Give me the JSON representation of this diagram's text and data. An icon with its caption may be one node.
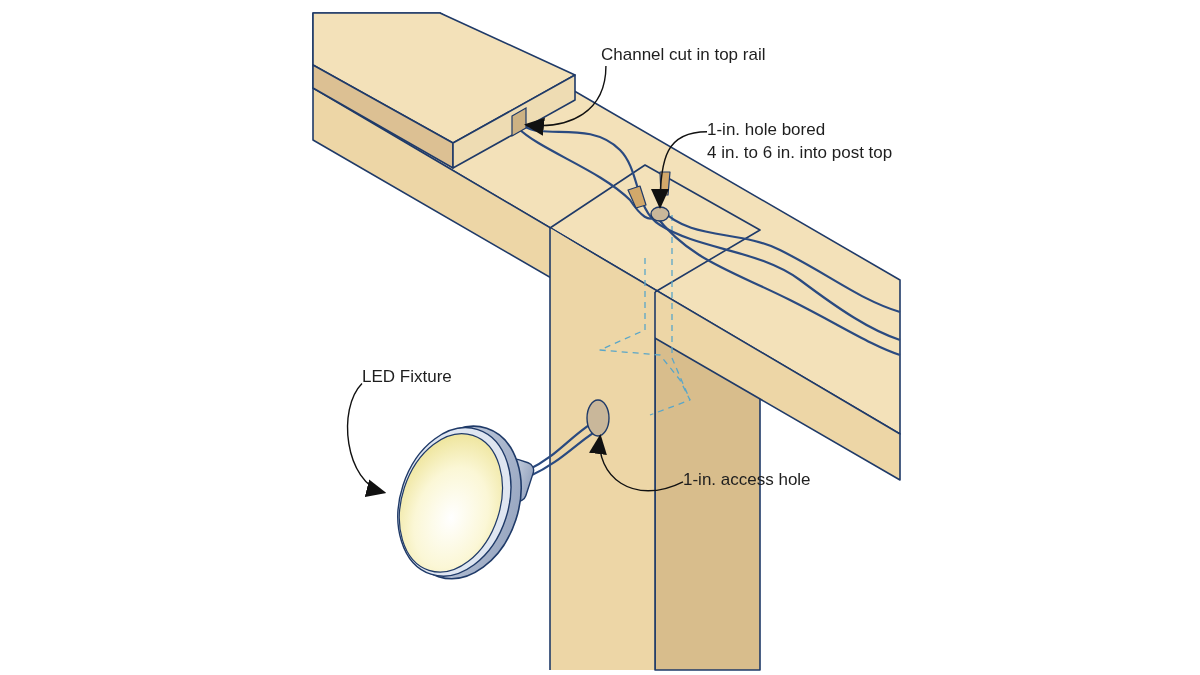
{
  "diagram": {
    "nodes": [
      {
        "text": [
          "Channel cut in top rail"
        ]
      },
      {
        "text": [],
        "shape": "box"
      },
      {
        "text": [
          "1-in. hole bored",
          "4 in. to 6 in. into post top"
        ]
      },
      {
        "text": [],
        "shape": "circle"
      },
      {
        "text": [
          "LED Fixture"
        ]
      },
      {
        "text": [],
        "shape": "picture"
      },
      {
        "text": [
          "1-in. access hole"
        ]
      },
      {
        "text": [],
        "shape": "circle"
      }
    ],
    "edges": [
      {
        "from": 0,
        "to": 1,
        "arrow": "to"
      },
      {
        "from": 2,
        "to": 3,
        "arrow": "to"
      },
      {
        "from": 4,
        "to": 5,
        "arrow": "to"
      },
      {
        "from": 6,
        "to": 7,
        "arrow": "to"
      }
    ]
  }
}
